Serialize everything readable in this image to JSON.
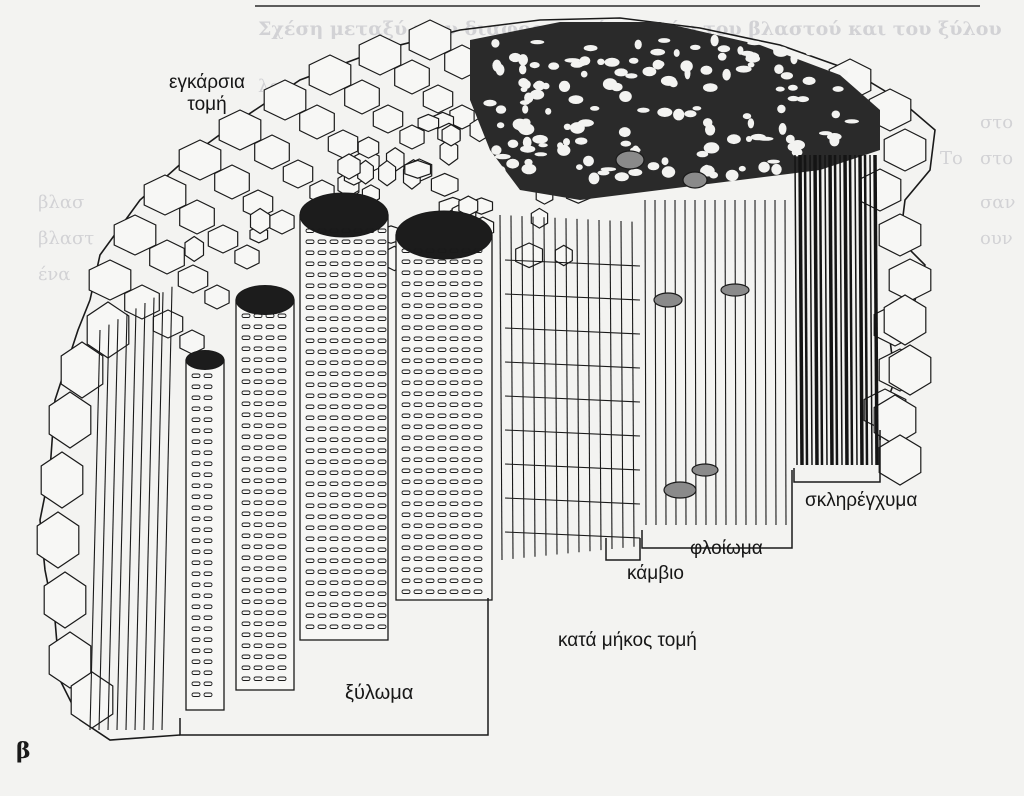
{
  "colors": {
    "ink": "#1a1a1a",
    "paper": "#f3f3f1",
    "ghost": "#c8c8cc"
  },
  "bleed_text": {
    "header": "Σχέση μεταξύ των διαφορετικών ιστών του βλαστού και του ξύλου",
    "line1": "λου",
    "line2": "Το",
    "line3": "βλασ",
    "line4": "βλαστ",
    "line5": "ένα",
    "right1": "στο",
    "right2": "στο",
    "right3": "σαν",
    "right4": "ουν"
  },
  "labels": {
    "cross_section": "εγκάρσια\nτομή",
    "xylem": "ξύλωμα",
    "cambium": "κάμβιο",
    "phloem": "φλοίωμα",
    "sclerenchyma": "σκληρέγχυμα",
    "longitudinal_section": "κατά μήκος τομή",
    "panel": "β"
  }
}
